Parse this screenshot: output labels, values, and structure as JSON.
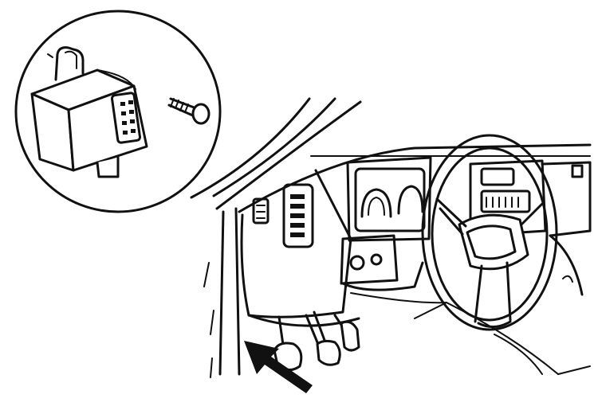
{
  "figure": {
    "ink_color": "#111111",
    "paper_color": "#ffffff",
    "callout": {
      "subject": "relay-module-with-mounting-bolt",
      "shape": "circle-inset"
    },
    "scene": {
      "subject": "vehicle-dashboard-driver-side",
      "pointer": "arrow-pointing-under-dash-left-of-pedals"
    }
  }
}
